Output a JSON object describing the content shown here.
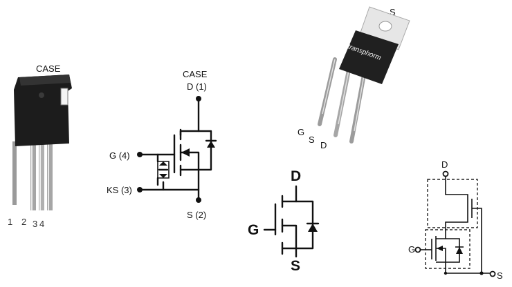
{
  "to247": {
    "case_label": "CASE",
    "pin_numbers": [
      "1",
      "2",
      "3",
      "4"
    ]
  },
  "schematic1": {
    "case_label": "CASE",
    "drain_label": "D (1)",
    "gate_label": "G (4)",
    "kelvin_source_label": "KS (3)",
    "source_label": "S (2)"
  },
  "to220": {
    "brand": "transphorm",
    "tab_label": "S",
    "pins": [
      "G",
      "S",
      "D"
    ]
  },
  "schematic2": {
    "drain_label": "D",
    "gate_label": "G",
    "source_label": "S"
  },
  "schematic3": {
    "drain_label": "D",
    "gate_label": "G",
    "source_label": "S"
  }
}
